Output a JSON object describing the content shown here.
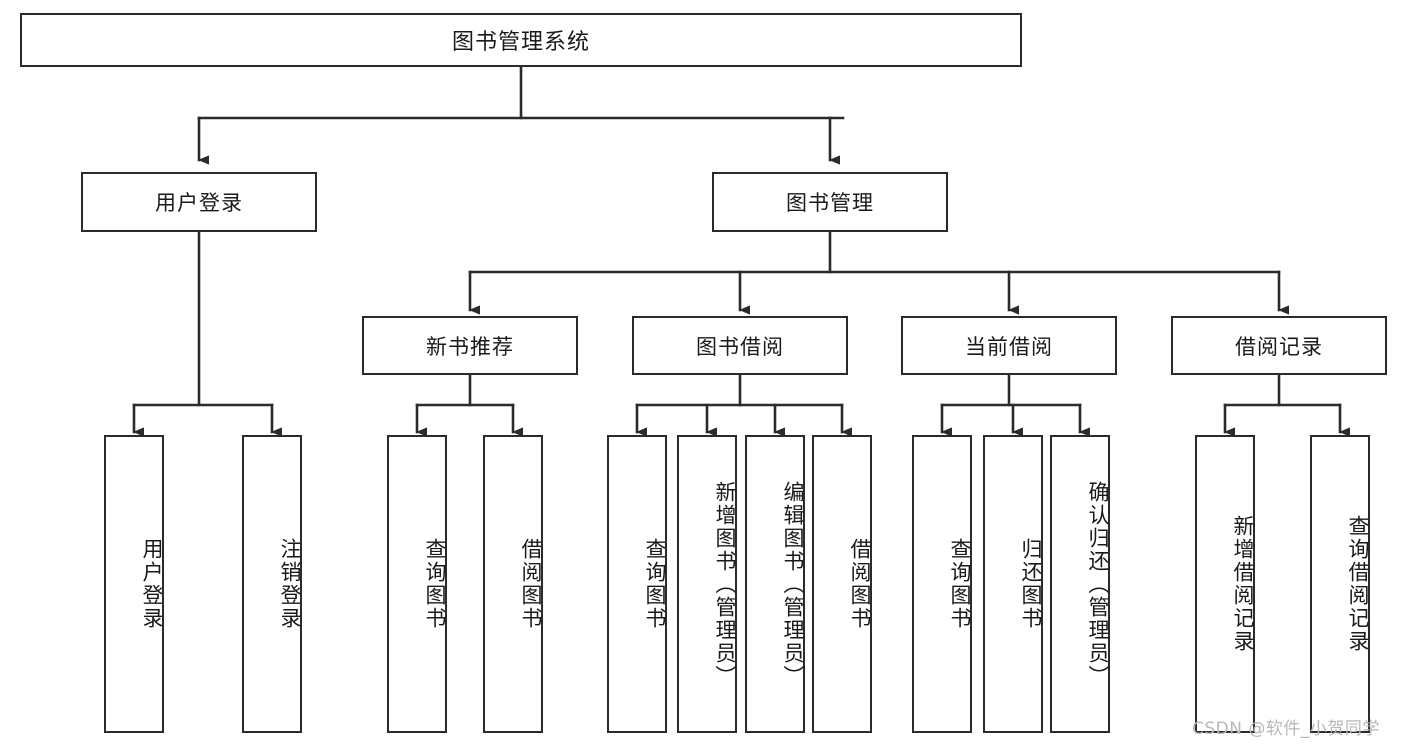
{
  "diagram": {
    "title": "图书管理系统",
    "type": "functional-structure-tree",
    "watermark": "CSDN @软件_小贺同学",
    "colors": {
      "stroke": "#2b2b2b",
      "fill": "#ffffff",
      "text": "#1a1a1a",
      "watermark": "#b8b8b8"
    },
    "root": {
      "label": "图书管理系统"
    },
    "level2": [
      {
        "label": "用户登录"
      },
      {
        "label": "图书管理"
      }
    ],
    "level3": [
      {
        "label": "新书推荐"
      },
      {
        "label": "图书借阅"
      },
      {
        "label": "当前借阅"
      },
      {
        "label": "借阅记录"
      }
    ],
    "leaves": {
      "user_login": [
        {
          "label": "用户登录"
        },
        {
          "label": "注销登录"
        }
      ],
      "new_book_recommend": [
        {
          "label": "查询图书"
        },
        {
          "label": "借阅图书"
        }
      ],
      "book_borrow": [
        {
          "label": "查询图书"
        },
        {
          "label": "新增图书（管理员）"
        },
        {
          "label": "编辑图书（管理员）"
        },
        {
          "label": "借阅图书"
        }
      ],
      "current_borrow": [
        {
          "label": "查询图书"
        },
        {
          "label": "归还图书"
        },
        {
          "label": "确认归还（管理员）"
        }
      ],
      "borrow_record": [
        {
          "label": "新增借阅记录"
        },
        {
          "label": "查询借阅记录"
        }
      ]
    }
  }
}
